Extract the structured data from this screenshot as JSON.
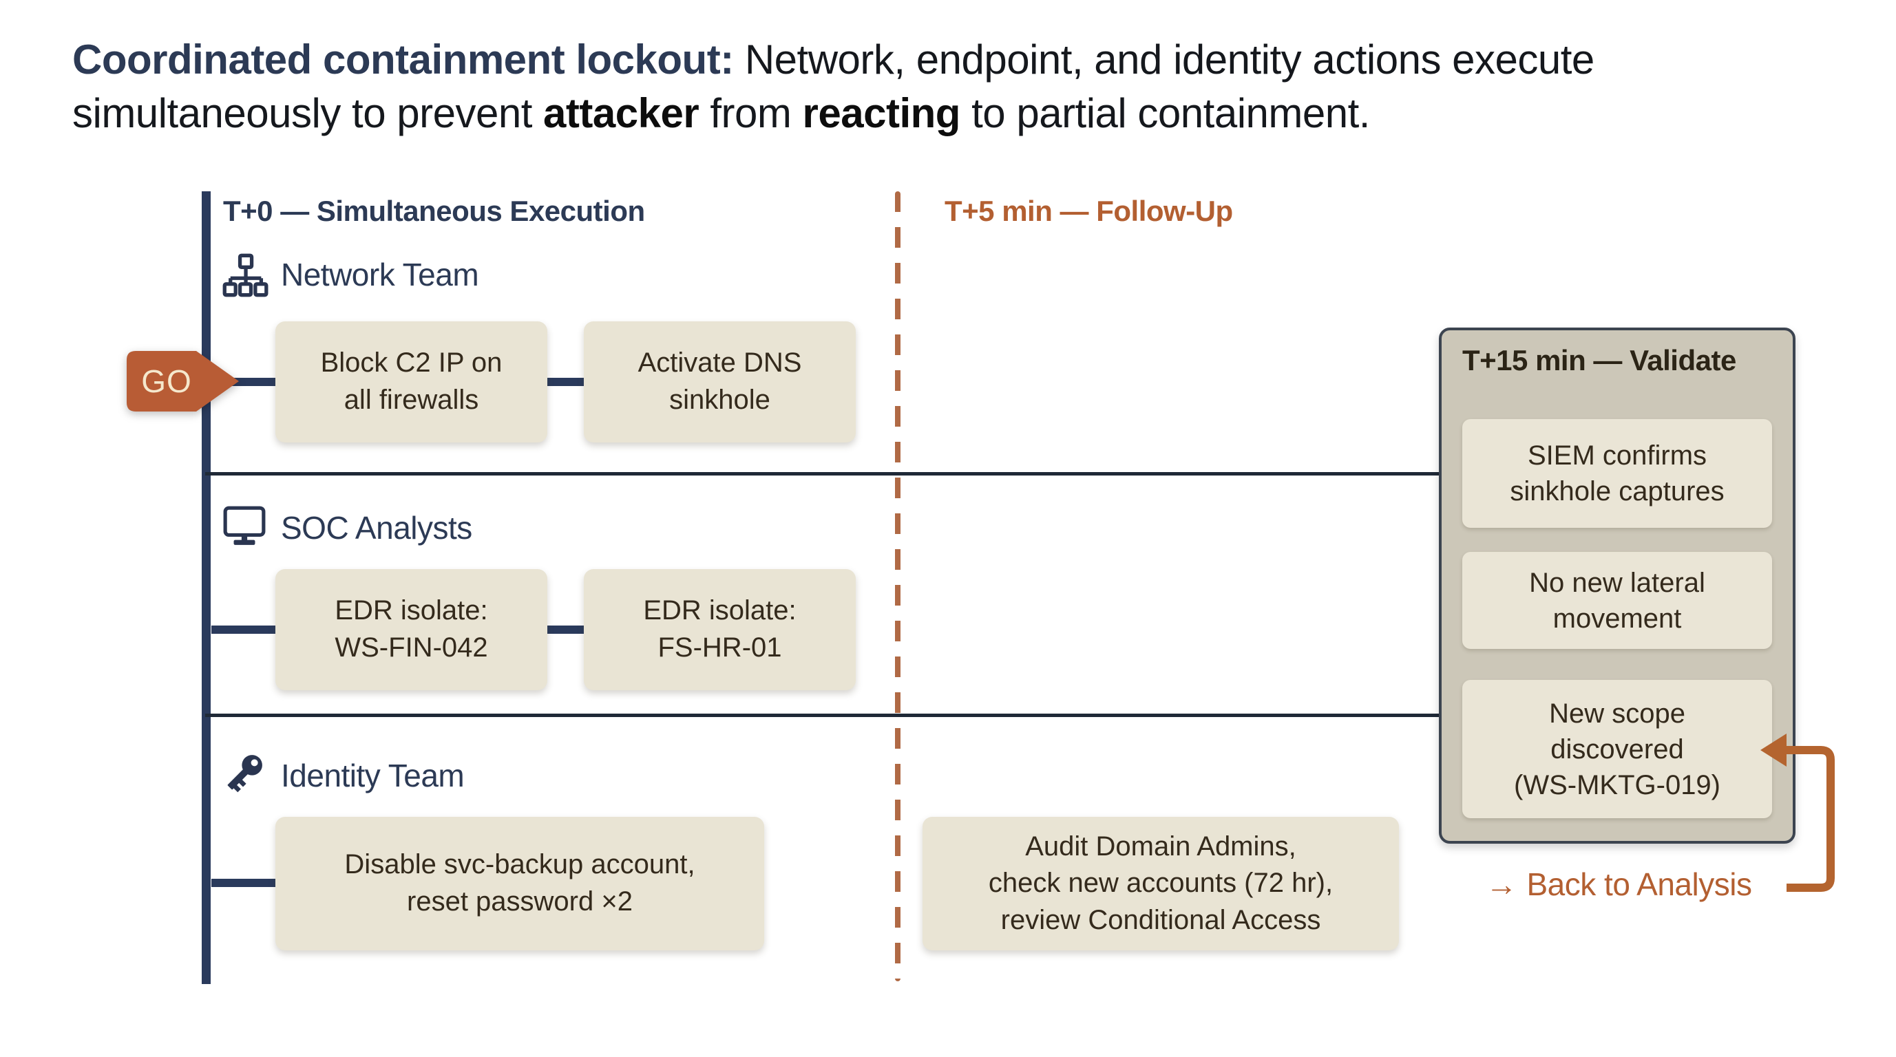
{
  "title": {
    "line1_lead": "Coordinated containment lockout:",
    "line1_rest": " Network, endpoint, and identity actions execute",
    "line2_part1": "simultaneously to prevent ",
    "line2_emph1": "attacker",
    "line2_part2": " from ",
    "line2_emph2": "reacting",
    "line2_part3": " to partial containment."
  },
  "columns": {
    "t0_header": "T+0 — Simultaneous Execution",
    "t5_header": "T+5 min — Follow-Up"
  },
  "go_badge": {
    "label": "GO"
  },
  "lanes": [
    {
      "team": "Network Team",
      "icon": "network-icon",
      "tasks": [
        "Block C2 IP on\nall firewalls",
        "Activate DNS\nsinkhole"
      ]
    },
    {
      "team": "SOC Analysts",
      "icon": "monitor-icon",
      "tasks": [
        "EDR isolate:\nWS-FIN-042",
        "EDR isolate:\nFS-HR-01"
      ]
    },
    {
      "team": "Identity Team",
      "icon": "key-icon",
      "tasks": [
        "Disable svc-backup account,\nreset password ×2"
      ]
    }
  ],
  "followup_task": "Audit Domain Admins,\ncheck new accounts (72 hr),\nreview Conditional Access",
  "validate_panel": {
    "header": "T+15 min — Validate",
    "items": [
      "SIEM confirms\nsinkhole captures",
      "No new lateral\nmovement",
      "New scope\ndiscovered\n(WS-MKTG-019)"
    ]
  },
  "back_link": {
    "arrow": "→",
    "label": "Back to Analysis"
  },
  "colors": {
    "navy": "#2c3a55",
    "line_navy": "#2a3a5c",
    "separator": "#1f2937",
    "orange": "#b35f31",
    "orange_line": "#b06a45",
    "box_bg": "#e9e4d4",
    "box_text": "#342a1c",
    "panel_bg": "#ccc7b8",
    "panel_border": "#3c4450",
    "go_bg": "#b85c35",
    "go_text": "#f5e8cd",
    "title_dark": "#15181d"
  }
}
